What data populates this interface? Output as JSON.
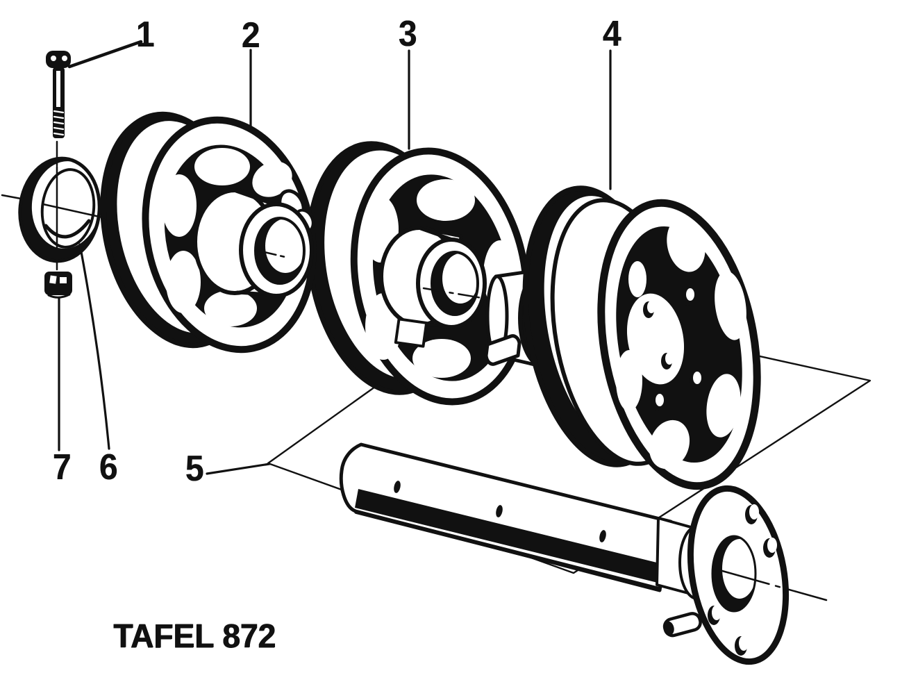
{
  "caption": "TAFEL 872",
  "callouts": {
    "c1": "1",
    "c2": "2",
    "c3": "3",
    "c4": "4",
    "c5": "5",
    "c6": "6",
    "c7": "7"
  },
  "colors": {
    "ink": "#111111",
    "paper": "#ffffff"
  }
}
